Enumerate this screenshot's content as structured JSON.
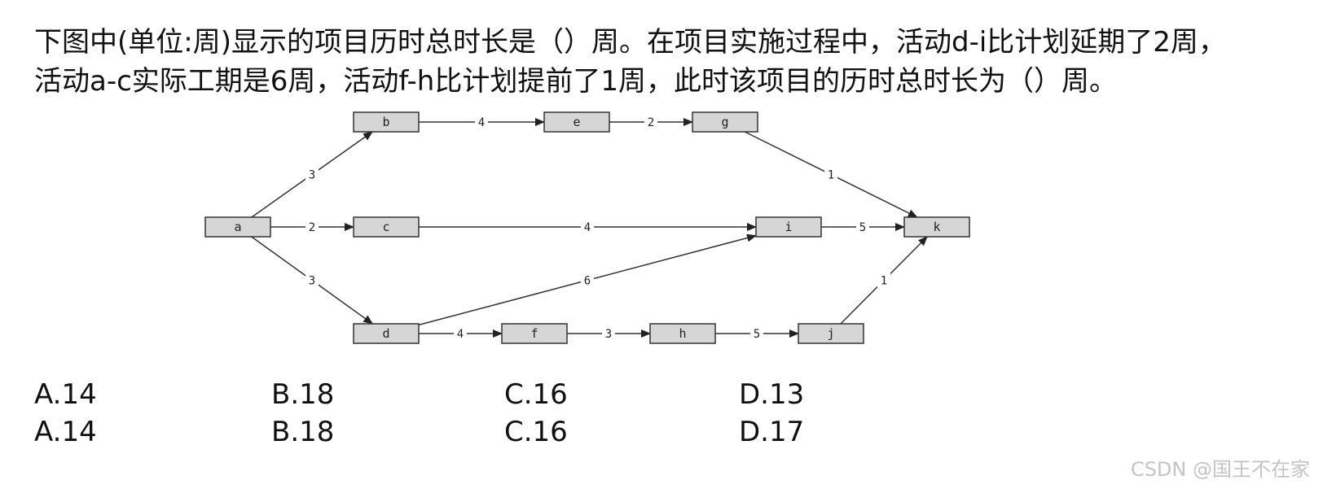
{
  "question": {
    "line1": "下图中(单位:周)显示的项目历时总时长是（）周。在项目实施过程中，活动d-i比计划延期了2周，",
    "line2": "活动a-c实际工期是6周，活动f-h比计划提前了1周，此时该项目的历时总时长为（）周。"
  },
  "network": {
    "nodes": [
      {
        "id": "a",
        "label": "a"
      },
      {
        "id": "b",
        "label": "b"
      },
      {
        "id": "c",
        "label": "c"
      },
      {
        "id": "d",
        "label": "d"
      },
      {
        "id": "e",
        "label": "e"
      },
      {
        "id": "f",
        "label": "f"
      },
      {
        "id": "g",
        "label": "g"
      },
      {
        "id": "h",
        "label": "h"
      },
      {
        "id": "i",
        "label": "i"
      },
      {
        "id": "j",
        "label": "j"
      },
      {
        "id": "k",
        "label": "k"
      }
    ],
    "edges": [
      {
        "from": "a",
        "to": "b",
        "label": "3"
      },
      {
        "from": "a",
        "to": "c",
        "label": "2"
      },
      {
        "from": "a",
        "to": "d",
        "label": "3"
      },
      {
        "from": "b",
        "to": "e",
        "label": "4"
      },
      {
        "from": "e",
        "to": "g",
        "label": "2"
      },
      {
        "from": "g",
        "to": "k",
        "label": "1"
      },
      {
        "from": "c",
        "to": "i",
        "label": "4"
      },
      {
        "from": "d",
        "to": "i",
        "label": "6"
      },
      {
        "from": "i",
        "to": "k",
        "label": "5"
      },
      {
        "from": "d",
        "to": "f",
        "label": "4"
      },
      {
        "from": "f",
        "to": "h",
        "label": "3"
      },
      {
        "from": "h",
        "to": "j",
        "label": "5"
      },
      {
        "from": "j",
        "to": "k",
        "label": "1"
      }
    ]
  },
  "options": {
    "row1": {
      "a": "A.14",
      "b": "B.18",
      "c": "C.16",
      "d": "D.13"
    },
    "row2": {
      "a": "A.14",
      "b": "B.18",
      "c": "C.16",
      "d": "D.17"
    }
  },
  "watermark": "CSDN @国王不在家"
}
